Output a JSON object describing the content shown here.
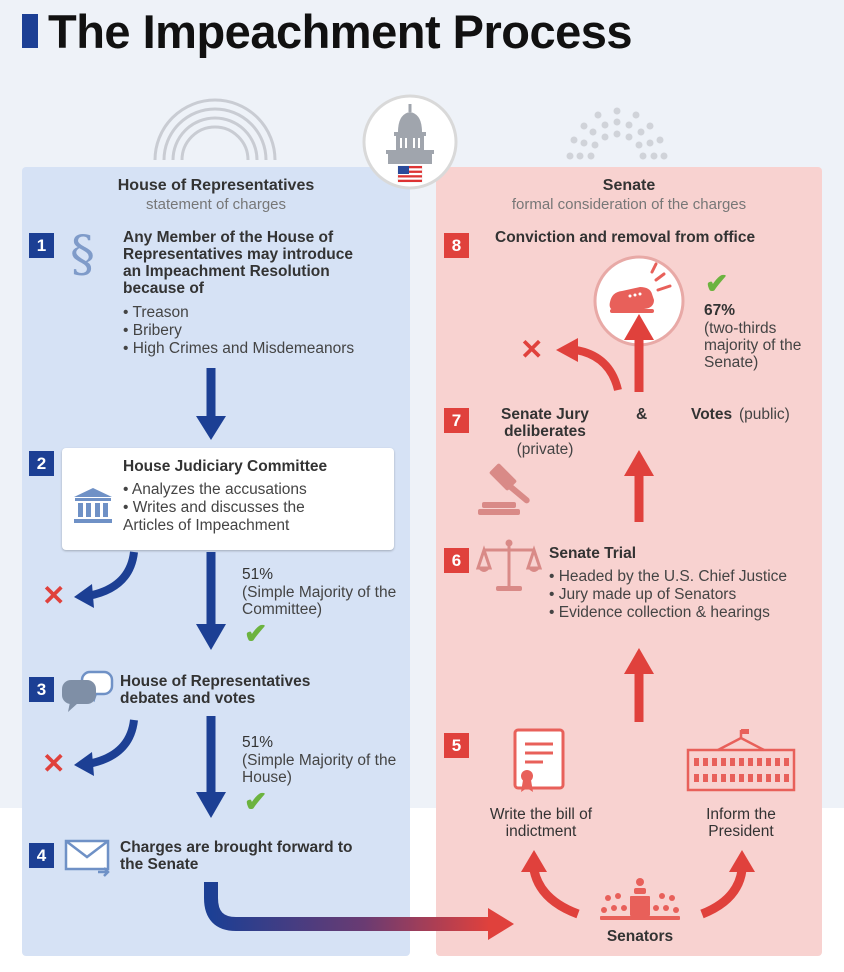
{
  "title": "The Impeachment Process",
  "house": {
    "title": "House of Representatives",
    "subtitle": "statement of charges",
    "step1": {
      "num": "1",
      "text": "Any Member of the House of Representatives may introduce an Impeachment Resolution because of",
      "items": [
        "Treason",
        "Bribery",
        "High Crimes and Misdemeanors"
      ]
    },
    "step2": {
      "num": "2",
      "title": "House Judiciary Committee",
      "items": [
        "Analyzes the accusations",
        "Writes and discusses the Articles of Impeachment"
      ],
      "vote_pct": "51%",
      "vote_note": "(Simple Majority of the Committee)"
    },
    "step3": {
      "num": "3",
      "text": "House of Representatives debates and votes",
      "vote_pct": "51%",
      "vote_note": "(Simple Majority of the House)"
    },
    "step4": {
      "num": "4",
      "text": "Charges are brought forward to the Senate"
    }
  },
  "senate": {
    "title": "Senate",
    "subtitle": "formal consideration of the charges",
    "step5": {
      "num": "5",
      "left": "Write the bill of indictment",
      "right": "Inform the President",
      "bottom": "Senators"
    },
    "step6": {
      "num": "6",
      "title": "Senate Trial",
      "items": [
        "Headed by the U.S. Chief Justice",
        "Jury made up of Senators",
        "Evidence collection & hearings"
      ]
    },
    "step7": {
      "num": "7",
      "jury": "Senate Jury deliberates",
      "jury_note": "(private)",
      "amp": "&",
      "votes": "Votes",
      "votes_note": "(public)"
    },
    "step8": {
      "num": "8",
      "title": "Conviction and removal from office",
      "vote_pct": "67%",
      "vote_note": "(two-thirds majority of the Senate)"
    }
  },
  "colors": {
    "blue": "#1c3f94",
    "red": "#e0413c",
    "green": "#6cb33f",
    "house_bg": "#d6e2f5",
    "senate_bg": "#f8d2d0"
  },
  "icons": [
    "section-sign-icon",
    "courthouse-icon",
    "speech-bubbles-icon",
    "envelope-icon",
    "document-icon",
    "white-house-icon",
    "senators-icon",
    "scales-icon",
    "gavel-icon",
    "boot-icon",
    "capitol-icon",
    "us-flag-icon"
  ]
}
